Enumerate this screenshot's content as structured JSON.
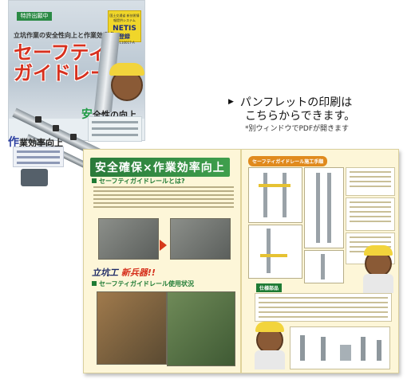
{
  "cover": {
    "patent_label": "特許出願中",
    "subtitle": "立坑作業の安全性向上と作業効率化",
    "title_line1": "セーフティ",
    "title_line2": "ガイドレール",
    "netis": {
      "line1": "国土交通省 新技術情報提供システム",
      "line2": "NETIS",
      "line3": "登録",
      "line4": "SK-110017-A"
    }
  },
  "features": {
    "safety": {
      "lead": "安",
      "rest": "全性の向上"
    },
    "efficiency": {
      "lead": "作",
      "rest": "業効率向上"
    }
  },
  "print_link": {
    "line1": "パンフレットの印刷は",
    "line2": "こちらからできます。",
    "note": "*別ウィンドウでPDFが開きます"
  },
  "spread": {
    "headline": "安全確保×作業効率向上",
    "section1": "セーフティガイドレールとは?",
    "slogan_a": "立坑工",
    "slogan_b": "新兵器!!",
    "section2": "セーフティガイドレール使用状況",
    "right_tab": "セーフティガイドレール施工手順",
    "specs": "仕様部品"
  }
}
